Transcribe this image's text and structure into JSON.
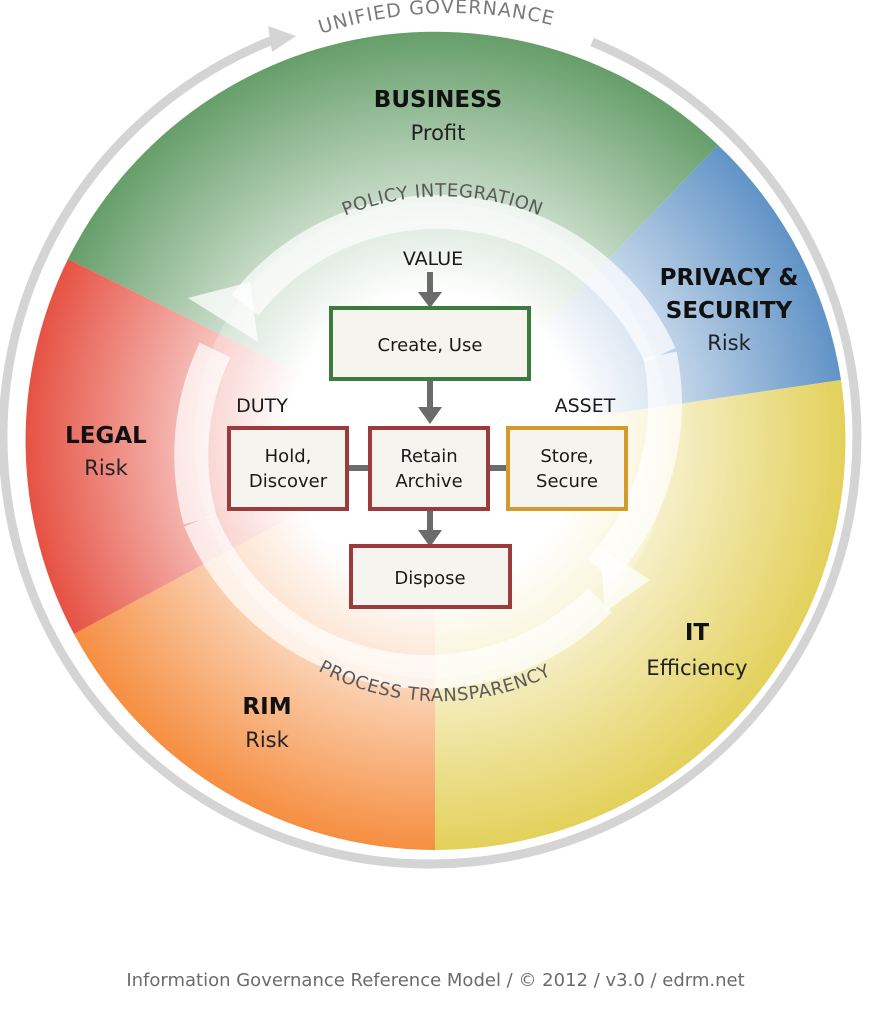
{
  "outer_ring": {
    "label": "UNIFIED GOVERNANCE"
  },
  "sectors": [
    {
      "id": "business",
      "title": "BUSINESS",
      "subtitle": "Profit",
      "color": "#5f9a63"
    },
    {
      "id": "privacy",
      "title_lines": [
        "PRIVACY &",
        "SECURITY"
      ],
      "subtitle": "Risk",
      "color": "#5b8fc4"
    },
    {
      "id": "it",
      "title": "IT",
      "subtitle": "Efficiency",
      "color": "#e2cf55"
    },
    {
      "id": "rim",
      "title": "RIM",
      "subtitle": "Risk",
      "color": "#f58a3a"
    },
    {
      "id": "legal",
      "title": "LEGAL",
      "subtitle": "Risk",
      "color": "#e54b3c"
    }
  ],
  "inner_ring": {
    "top_label": "POLICY INTEGRATION",
    "bottom_label": "PROCESS TRANSPARENCY"
  },
  "flow": {
    "value_label": "VALUE",
    "duty_label": "DUTY",
    "asset_label": "ASSET",
    "boxes": {
      "create": {
        "lines": [
          "Create, Use"
        ],
        "border": "#3d7a3e"
      },
      "hold": {
        "lines": [
          "Hold,",
          "Discover"
        ],
        "border": "#9b3b3b"
      },
      "retain": {
        "lines": [
          "Retain",
          "Archive"
        ],
        "border": "#9b3b3b"
      },
      "store": {
        "lines": [
          "Store,",
          "Secure"
        ],
        "border": "#d49a2a"
      },
      "dispose": {
        "lines": [
          "Dispose"
        ],
        "border": "#9b3b3b"
      }
    }
  },
  "footer": "Information Governance Reference Model / © 2012 / v3.0 / edrm.net"
}
